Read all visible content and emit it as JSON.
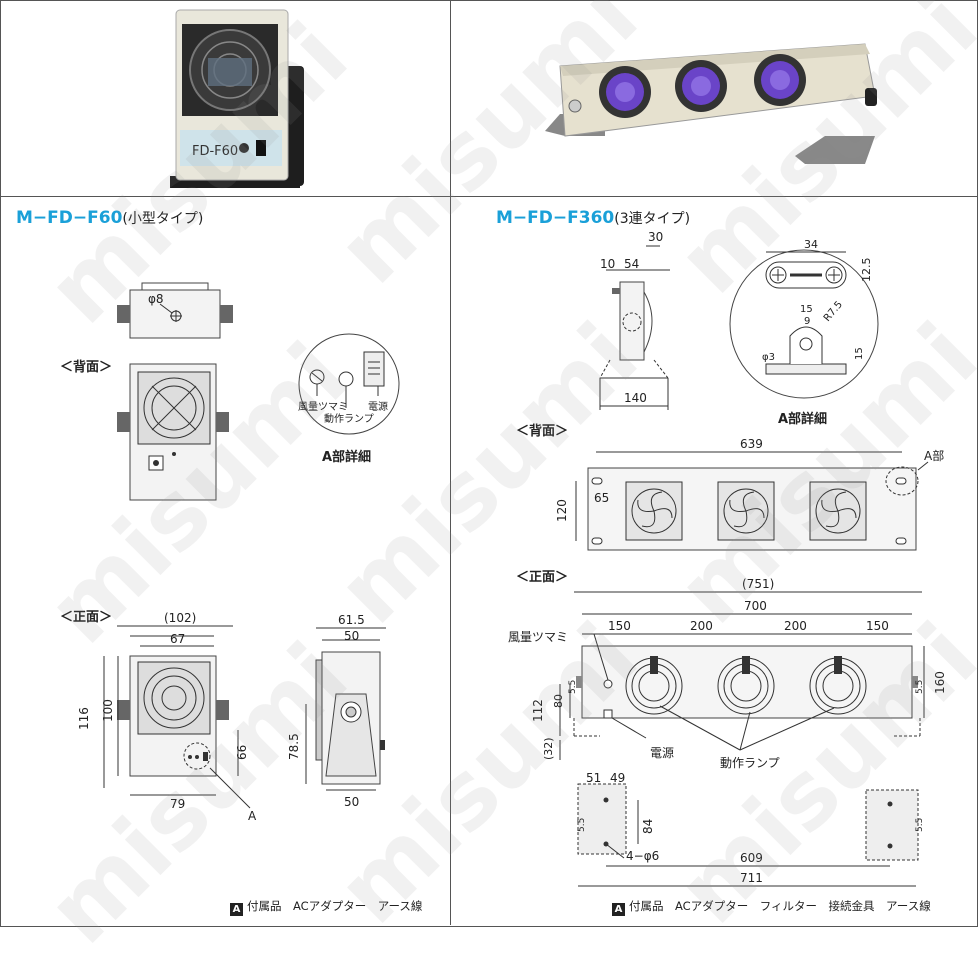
{
  "watermark": "misumi",
  "left": {
    "photo_label": "FD-F60",
    "title_model": "M−FD−F60",
    "title_sub": "(小型タイプ)",
    "view_back": "＜背面＞",
    "view_front": "＜正面＞",
    "detail_title": "A部詳細",
    "detail_labels": [
      "風量ツマミ",
      "動作ランプ",
      "電源"
    ],
    "dims": [
      "φ8",
      "(102)",
      "67",
      "116",
      "100",
      "66",
      "79",
      "A",
      "61.5",
      "50",
      "78.5",
      "50"
    ],
    "footer_mark": "A",
    "footer_text": "付属品　ACアダプター　アース線"
  },
  "right": {
    "title_model": "M−FD−F360",
    "title_sub": "(3連タイプ)",
    "view_back": "＜背面＞",
    "view_front": "＜正面＞",
    "detail_title": "A部詳細",
    "side_dims": [
      "30",
      "10",
      "54",
      "140"
    ],
    "detail_dims": [
      "34",
      "12.5",
      "15",
      "9",
      "R7.5",
      "φ3",
      "15"
    ],
    "back_dims": [
      "639",
      "A部",
      "65",
      "120"
    ],
    "front_dims": [
      "(751)",
      "700",
      "150",
      "200",
      "200",
      "150",
      "160",
      "112",
      "80",
      "(32)",
      "5.5",
      "5.5"
    ],
    "front_labels": [
      "風量ツマミ",
      "電源",
      "動作ランプ"
    ],
    "bottom_dims": [
      "51",
      "49",
      "84",
      "4−φ6",
      "609",
      "711",
      "5.5",
      "5.5"
    ],
    "footer_mark": "A",
    "footer_text": "付属品　ACアダプター　フィルター　接続金具　アース線"
  }
}
